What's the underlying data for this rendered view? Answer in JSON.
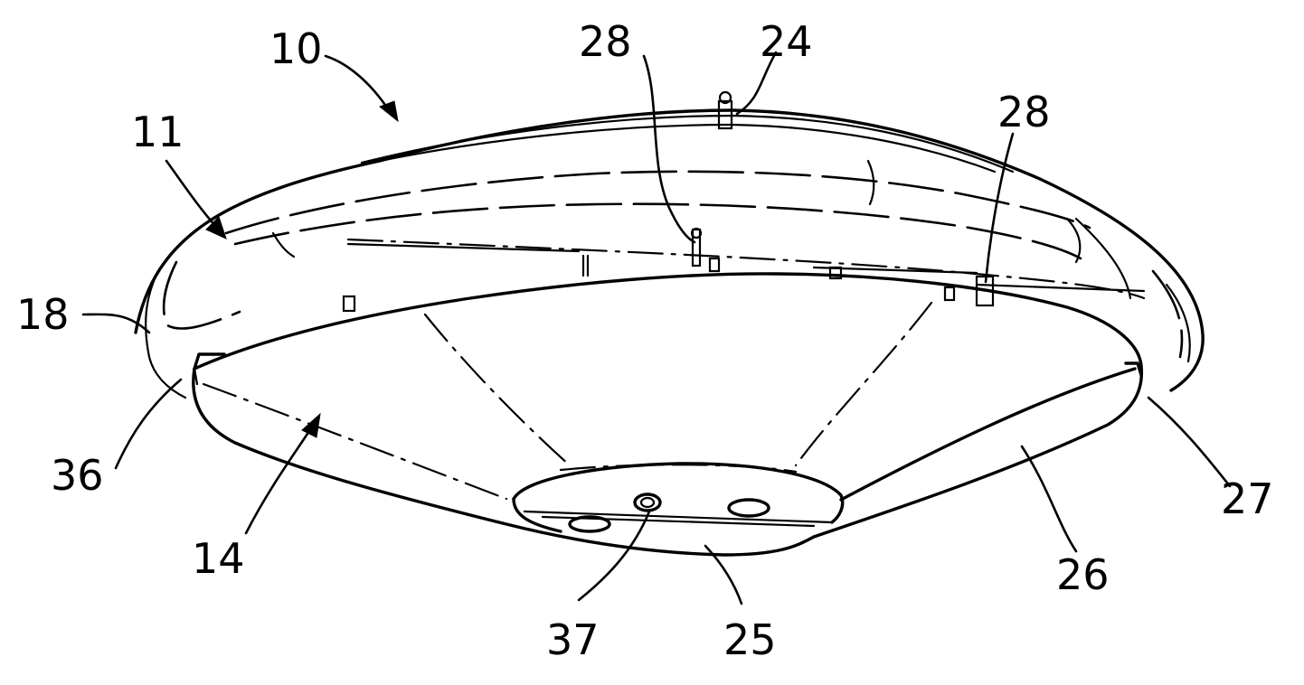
{
  "labels": {
    "l10": "10",
    "l11": "11",
    "l14": "14",
    "l18": "18",
    "l24": "24",
    "l25": "25",
    "l26": "26",
    "l27": "27",
    "l28a": "28",
    "l28b": "28",
    "l36": "36",
    "l37": "37"
  }
}
